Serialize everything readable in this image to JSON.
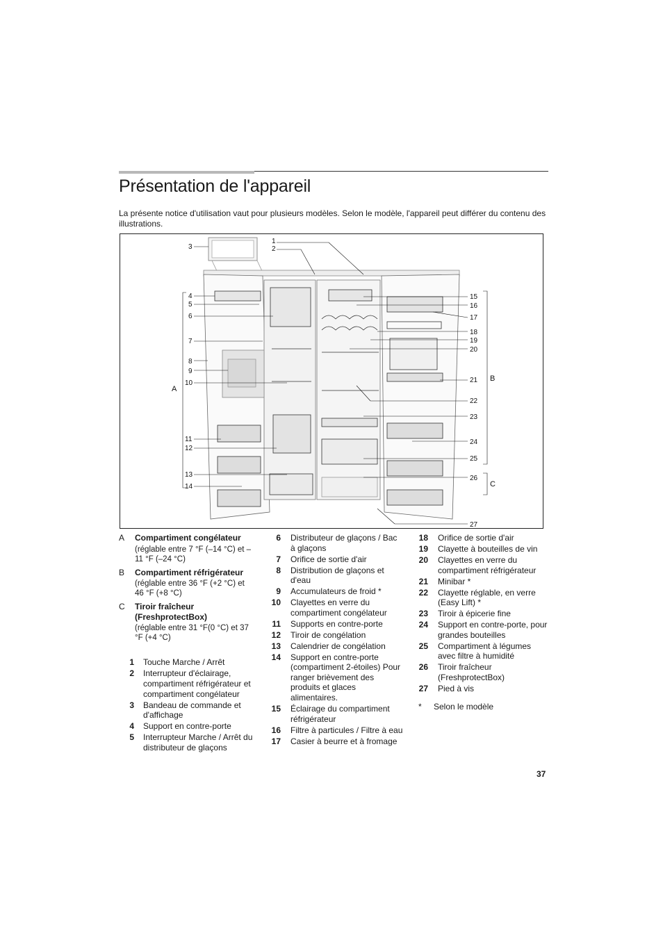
{
  "title": "Présentation de l'appareil",
  "intro": "La présente notice d'utilisation vaut pour plusieurs modèles. Selon le modèle, l'appareil peut différer du contenu des illustrations.",
  "figure": {
    "callouts": [
      "1",
      "2",
      "3",
      "4",
      "5",
      "6",
      "7",
      "8",
      "9",
      "10",
      "11",
      "12",
      "13",
      "14",
      "15",
      "16",
      "17",
      "18",
      "19",
      "20",
      "21",
      "22",
      "23",
      "24",
      "25",
      "26",
      "27"
    ],
    "zone_labels": [
      "A",
      "B",
      "C"
    ]
  },
  "zones": [
    {
      "key": "A",
      "label": "Compartiment congélateur",
      "detail": "(réglable entre 7 °F (–14 °C) et –11 °F (–24 °C)"
    },
    {
      "key": "B",
      "label": "Compartiment réfrigérateur",
      "detail": "(réglable entre 36 °F (+2 °C) et 46 °F (+8 °C)"
    },
    {
      "key": "C",
      "label": "Tiroir fraîcheur (FreshprotectBox)",
      "detail": "(réglable entre 31 °F(0 °C) et 37 °F (+4 °C)"
    }
  ],
  "items_col1": [
    {
      "n": "1",
      "text": "Touche Marche / Arrêt"
    },
    {
      "n": "2",
      "text": "Interrupteur d'éclairage, compartiment réfrigérateur et compartiment congélateur"
    },
    {
      "n": "3",
      "text": "Bandeau de commande et d'affichage"
    },
    {
      "n": "4",
      "text": "Support en contre-porte"
    },
    {
      "n": "5",
      "text": "Interrupteur Marche / Arrêt du distributeur de glaçons"
    }
  ],
  "items_col2": [
    {
      "n": "6",
      "text": "Distributeur de glaçons / Bac à glaçons"
    },
    {
      "n": "7",
      "text": "Orifice de sortie d'air"
    },
    {
      "n": "8",
      "text": "Distribution de glaçons et d'eau"
    },
    {
      "n": "9",
      "text": "Accumulateurs de froid *"
    },
    {
      "n": "10",
      "text": "Clayettes en verre du compartiment congélateur"
    },
    {
      "n": "11",
      "text": "Supports en contre-porte"
    },
    {
      "n": "12",
      "text": "Tiroir de congélation"
    },
    {
      "n": "13",
      "text": "Calendrier de congélation"
    },
    {
      "n": "14",
      "text": "Support en contre-porte (compartiment 2-étoiles) Pour ranger brièvement des produits et glaces alimentaires."
    },
    {
      "n": "15",
      "text": "Éclairage du compartiment réfrigérateur"
    },
    {
      "n": "16",
      "text": "Filtre à particules / Filtre à eau"
    },
    {
      "n": "17",
      "text": "Casier à beurre et à fromage"
    }
  ],
  "items_col3": [
    {
      "n": "18",
      "text": "Orifice de sortie d'air"
    },
    {
      "n": "19",
      "text": "Clayette à bouteilles de vin"
    },
    {
      "n": "20",
      "text": "Clayettes en verre du compartiment réfrigérateur"
    },
    {
      "n": "21",
      "text": "Minibar *"
    },
    {
      "n": "22",
      "text": "Clayette réglable, en verre (Easy Lift) *"
    },
    {
      "n": "23",
      "text": "Tiroir à épicerie fine"
    },
    {
      "n": "24",
      "text": "Support en contre-porte, pour grandes bouteilles"
    },
    {
      "n": "25",
      "text": "Compartiment à légumes avec filtre à humidité"
    },
    {
      "n": "26",
      "text": "Tiroir fraîcheur (FreshprotectBox)"
    },
    {
      "n": "27",
      "text": "Pied à vis"
    }
  ],
  "footnote": {
    "mark": "*",
    "text": "Selon le modèle"
  },
  "page_number": "37"
}
